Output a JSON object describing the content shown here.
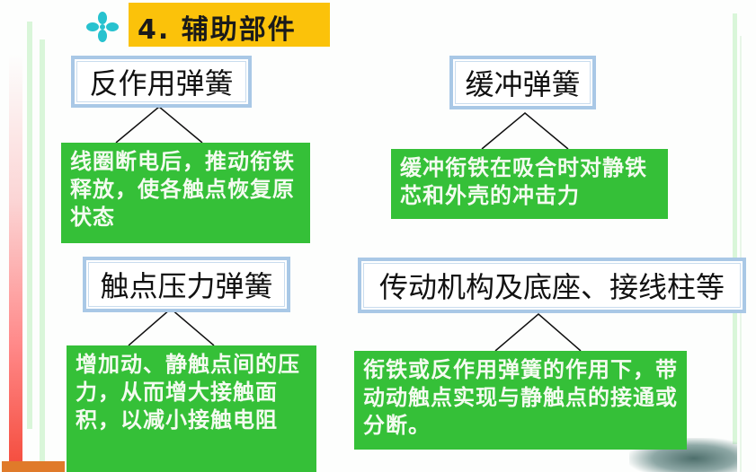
{
  "slide": {
    "title": "4. 辅助部件",
    "title_bg_color": "#fbc20a",
    "bullet_icon": "cyan-flower-bullet"
  },
  "components": [
    {
      "heading": "反作用弹簧",
      "description": "线圈断电后，推动衔铁释放，使各触点恢复原状态"
    },
    {
      "heading": "缓冲弹簧",
      "description": "缓冲衔铁在吸合时对静铁芯和外壳的冲击力"
    },
    {
      "heading": "触点压力弹簧",
      "description": "增加动、静触点间的压力，从而增大接触面积，以减小接触电阻"
    },
    {
      "heading": "传动机构及底座、接线柱等",
      "description": "衔铁或反作用弹簧的作用下，带动动触点实现与静触点的接通或分断。"
    }
  ],
  "colors": {
    "heading_border": "#a9c8e6",
    "description_bg": "#35c038",
    "description_text": "#f4fbf0"
  }
}
